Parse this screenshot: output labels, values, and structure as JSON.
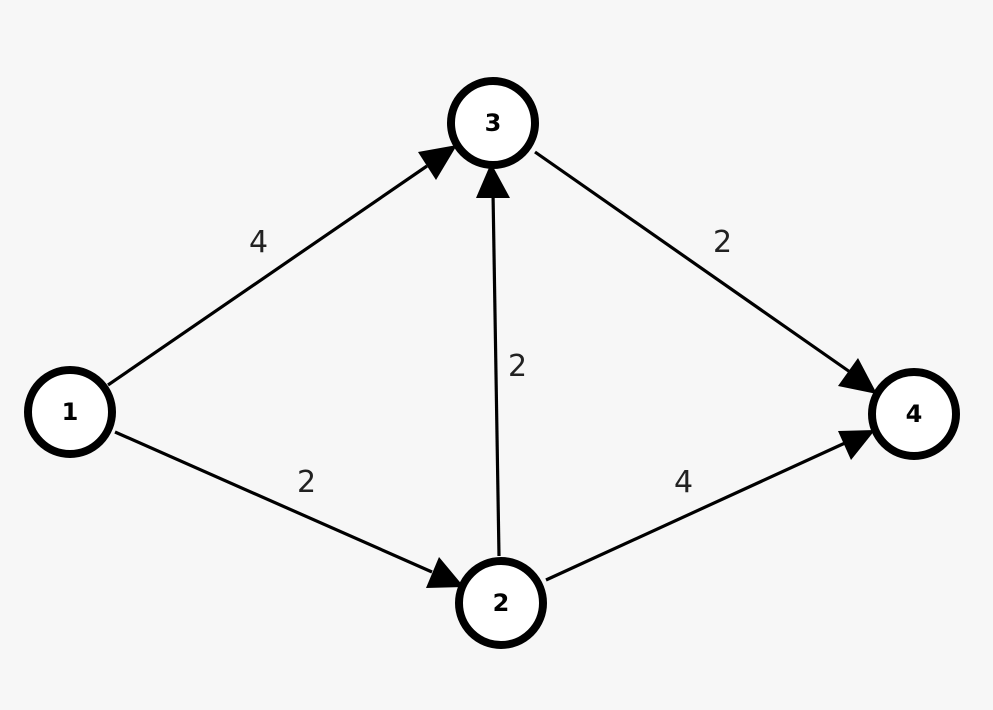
{
  "colors": {
    "background": "#f7f7f7",
    "node_fill": "#ffffff",
    "stroke": "#000000"
  },
  "nodes": [
    {
      "id": "1",
      "label": "1"
    },
    {
      "id": "2",
      "label": "2"
    },
    {
      "id": "3",
      "label": "3"
    },
    {
      "id": "4",
      "label": "4"
    }
  ],
  "edges": [
    {
      "from": "1",
      "to": "3",
      "weight": "4"
    },
    {
      "from": "1",
      "to": "2",
      "weight": "2"
    },
    {
      "from": "2",
      "to": "3",
      "weight": "2"
    },
    {
      "from": "3",
      "to": "4",
      "weight": "2"
    },
    {
      "from": "2",
      "to": "4",
      "weight": "4"
    }
  ]
}
